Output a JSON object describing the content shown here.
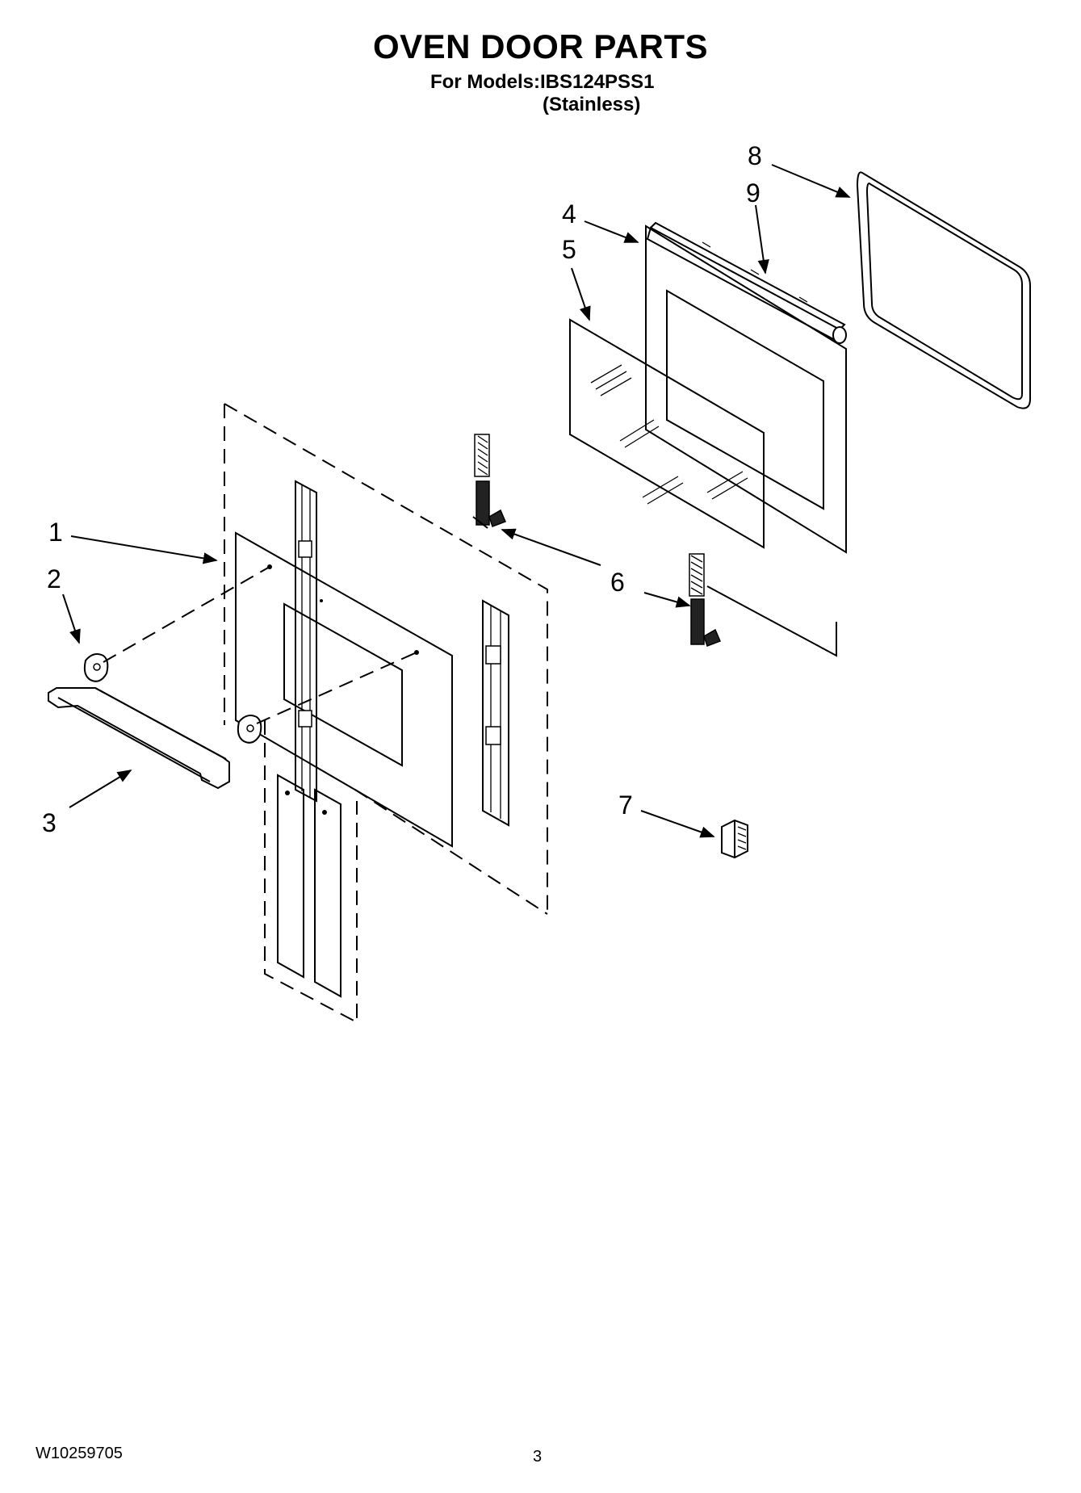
{
  "header": {
    "title": "OVEN DOOR PARTS",
    "models_line": "For Models:IBS124PSS1",
    "finish_line": "(Stainless)"
  },
  "callouts": {
    "c1": "1",
    "c2": "2",
    "c3": "3",
    "c4": "4",
    "c5": "5",
    "c6": "6",
    "c7": "7",
    "c8": "8",
    "c9": "9"
  },
  "footer": {
    "document_number": "W10259705",
    "page_number": "3"
  }
}
